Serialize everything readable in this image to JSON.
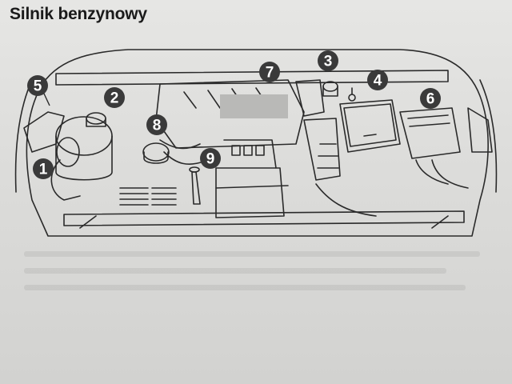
{
  "title": "Silnik benzynowy",
  "callouts": [
    {
      "id": "1",
      "label": "1"
    },
    {
      "id": "2",
      "label": "2"
    },
    {
      "id": "3",
      "label": "3"
    },
    {
      "id": "4",
      "label": "4"
    },
    {
      "id": "5",
      "label": "5"
    },
    {
      "id": "6",
      "label": "6"
    },
    {
      "id": "7",
      "label": "7"
    },
    {
      "id": "8",
      "label": "8"
    },
    {
      "id": "9",
      "label": "9"
    }
  ],
  "colors": {
    "callout_fill": "#3a3a3a",
    "line": "#2a2a2a",
    "paper": "#dcdcda"
  }
}
